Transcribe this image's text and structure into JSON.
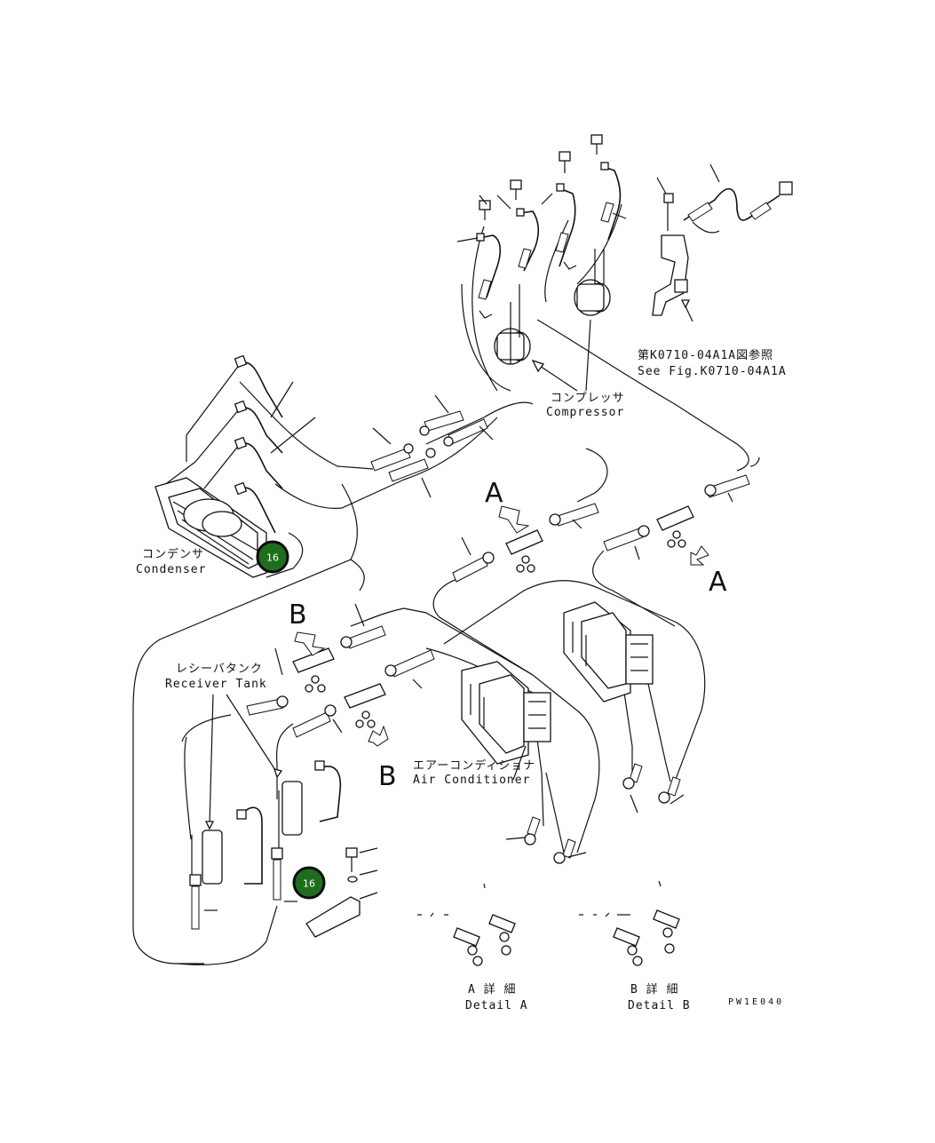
{
  "figure_code": "PW1E040",
  "compressor": {
    "jp": "コンプレッサ",
    "en": "Compressor"
  },
  "reference": {
    "jp": "第K0710-04A1A図参照",
    "en": "See Fig.K0710-04A1A"
  },
  "condenser": {
    "jp": "コンデンサ",
    "en": "Condenser"
  },
  "receiver_tank": {
    "jp": "レシーバタンク",
    "en": "Receiver Tank"
  },
  "air_conditioner": {
    "jp": "エアーコンディショナ",
    "en": "Air Conditioner"
  },
  "view_markers": {
    "a": "A",
    "b": "B"
  },
  "detail_a": {
    "jp": "A 詳 細",
    "en": "Detail A"
  },
  "detail_b": {
    "jp": "B 詳 細",
    "en": "Detail B"
  },
  "badges": [
    "16",
    "16"
  ],
  "colors": {
    "badge": "#1f6e1f",
    "line": "#111111"
  }
}
